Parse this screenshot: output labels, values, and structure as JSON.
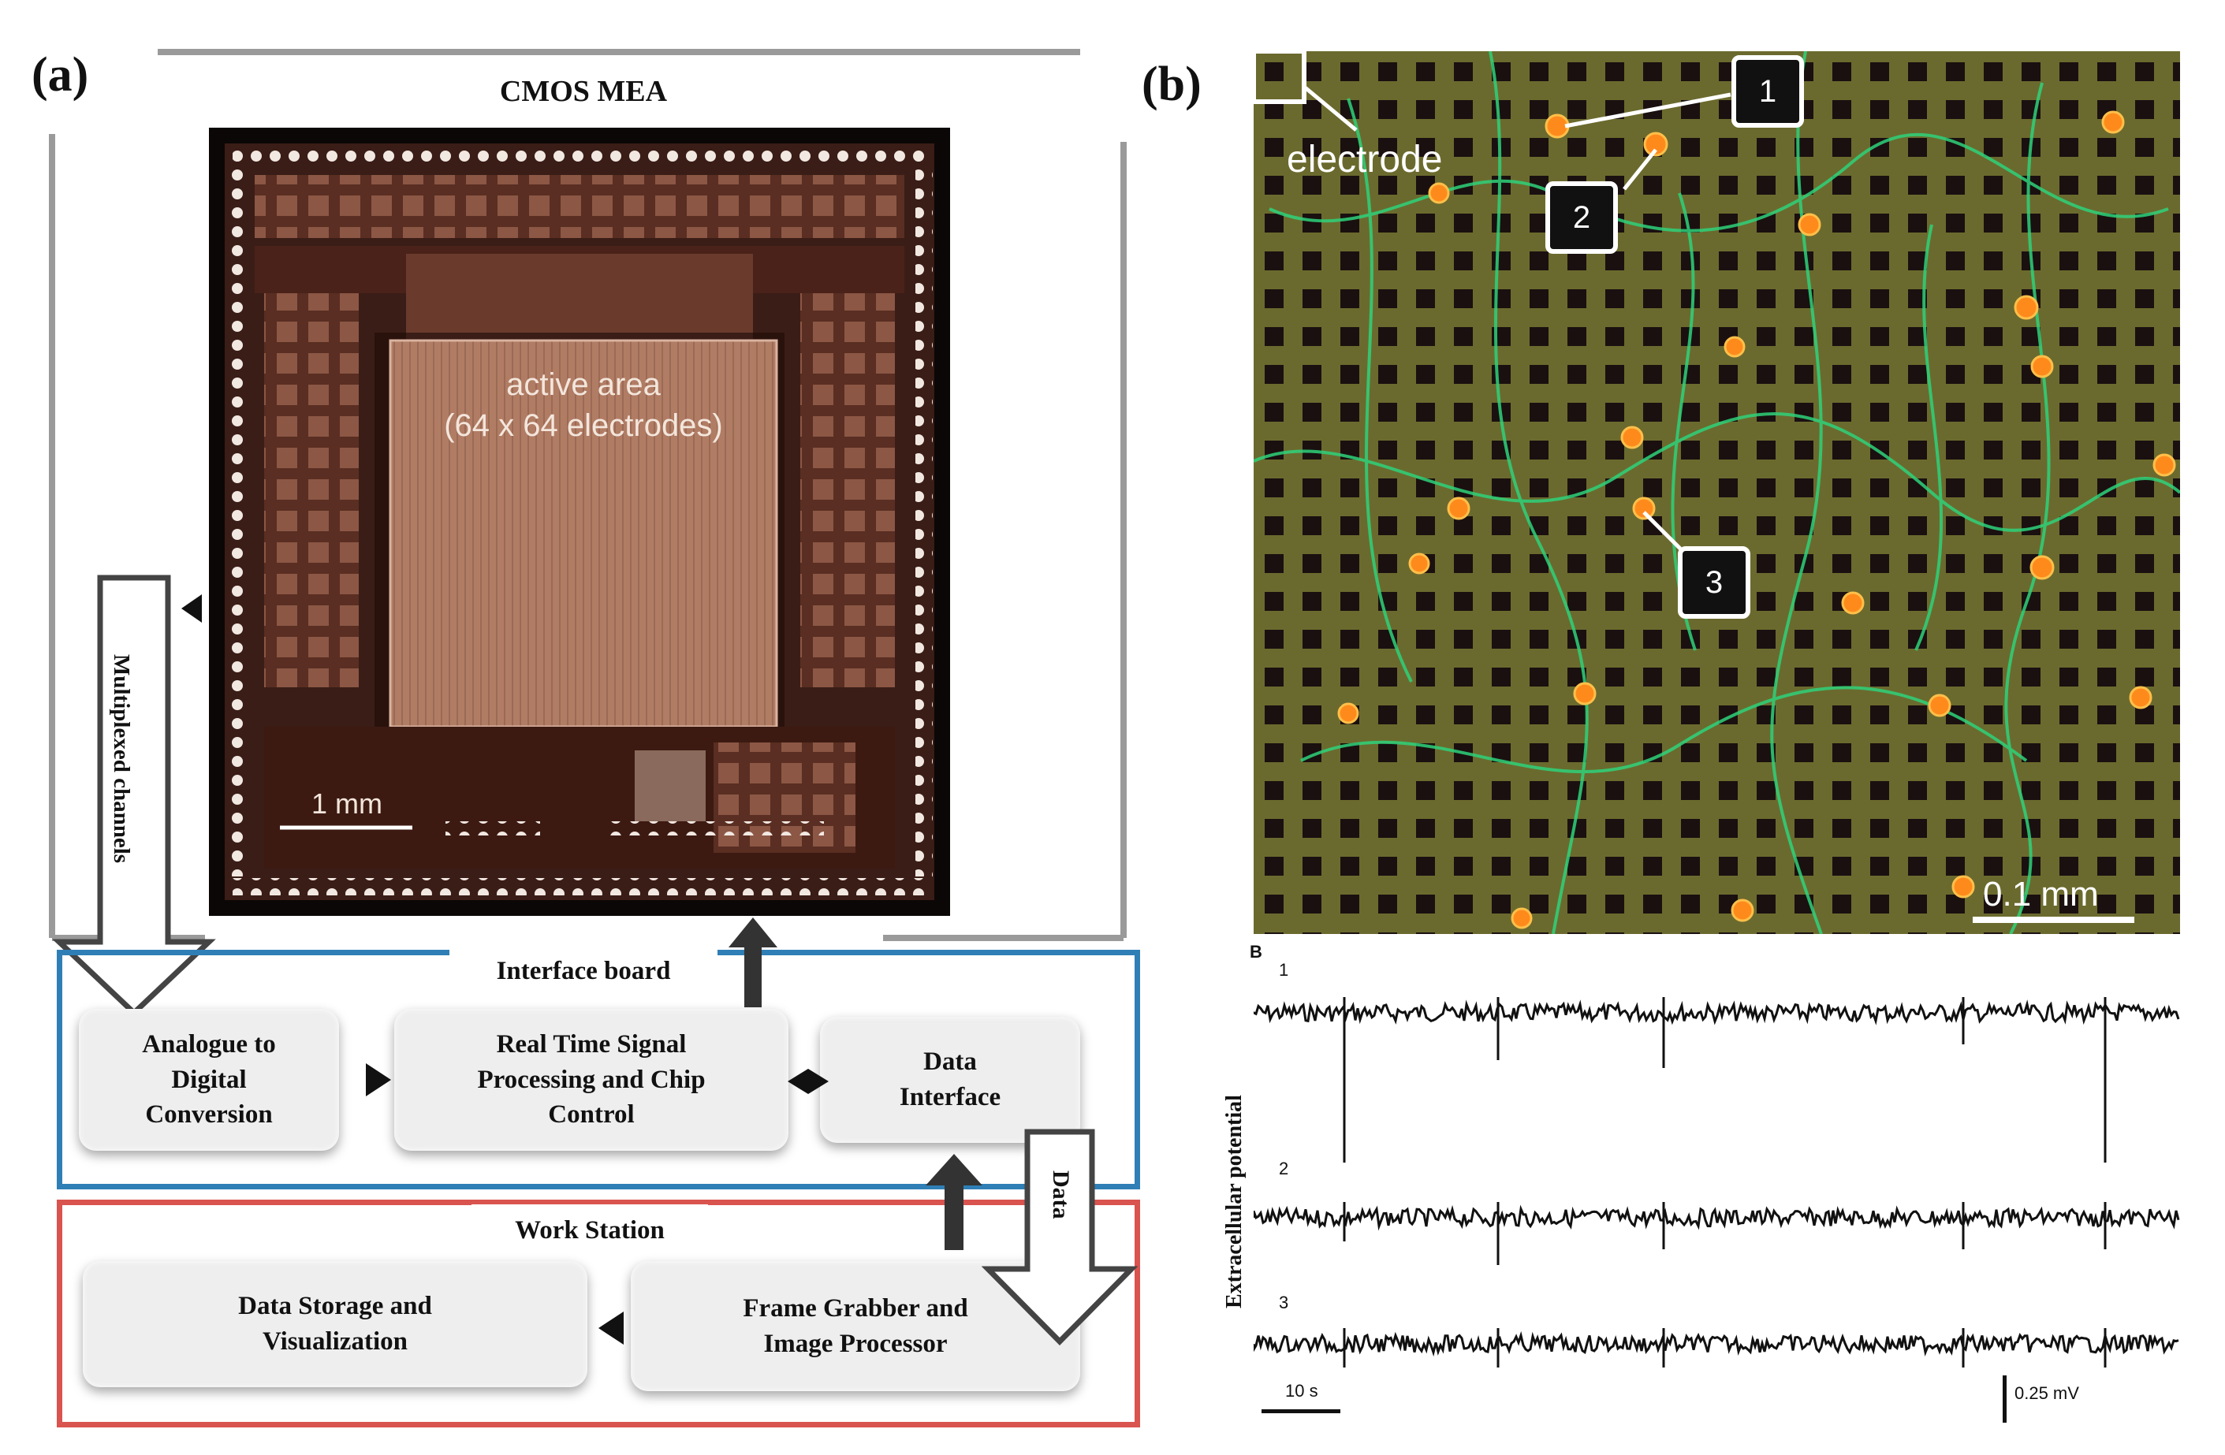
{
  "panel_a": {
    "label": "(a)",
    "cmos_title": "CMOS MEA",
    "chip": {
      "active_area_line1": "active area",
      "active_area_line2": "(64 x 64 electrodes)",
      "scale_bar": "1 mm"
    },
    "multiplexed_channels": "Multiplexed channels",
    "interface_board": {
      "title": "Interface board",
      "blocks": [
        {
          "text": "Analogue to\nDigital\nConversion"
        },
        {
          "text": "Real Time Signal\nProcessing and Chip\nControl"
        },
        {
          "text": "Data\nInterface"
        }
      ]
    },
    "data_arrow_label": "Data",
    "work_station": {
      "title": "Work Station",
      "blocks": [
        {
          "text": "Data Storage and\nVisualization"
        },
        {
          "text": "Frame Grabber and\nImage Processor"
        }
      ]
    },
    "colors": {
      "interface_border": "#2f7fb6",
      "workstation_border": "#d9534f",
      "frame_gray": "#9a9a9a"
    }
  },
  "panel_b": {
    "label": "(b)",
    "micrograph": {
      "electrode_label": "electrode",
      "callouts": [
        "1",
        "2",
        "3"
      ],
      "scale_bar": "0.1 mm"
    },
    "traces": {
      "section_label": "B",
      "trace_labels": [
        "1",
        "2",
        "3"
      ],
      "ylabel": "Extracellular potential",
      "time_scale": "10 s",
      "amplitude_scale": "0.25 mV"
    }
  }
}
